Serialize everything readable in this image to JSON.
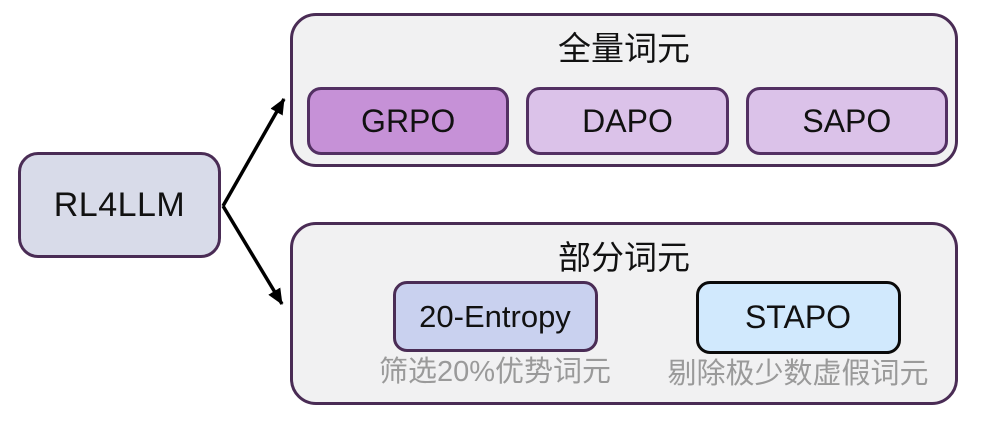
{
  "colors": {
    "background": "#ffffff",
    "group_fill": "#f1f1f2",
    "node_border": "#4a2c55",
    "chip_border": "#533063",
    "root_fill": "#d8dbe9",
    "grpo_fill": "#c691d7",
    "dapo_fill": "#dbc2e9",
    "sapo_fill": "#dbc2e9",
    "entropy_fill": "#c9d1ef",
    "stapo_fill": "#d1e9fd",
    "stapo_border": "#0a0a0a",
    "caption_text": "#9a9a9a",
    "arrow": "#000000"
  },
  "root": {
    "label": "RL4LLM"
  },
  "groups": [
    {
      "title": "全量词元",
      "items": [
        {
          "label": "GRPO"
        },
        {
          "label": "DAPO"
        },
        {
          "label": "SAPO"
        }
      ]
    },
    {
      "title": "部分词元",
      "items": [
        {
          "label": "20-Entropy",
          "caption": "筛选20%优势词元"
        },
        {
          "label": "STAPO",
          "caption": "剔除极少数虚假词元"
        }
      ]
    }
  ]
}
